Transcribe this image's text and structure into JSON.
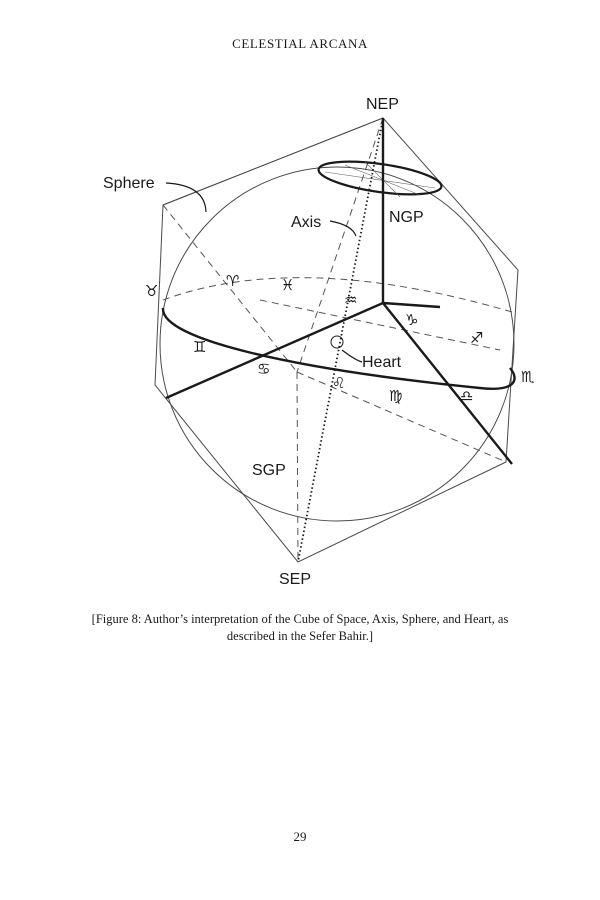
{
  "header": {
    "running_title": "CELESTIAL ARCANA"
  },
  "figure": {
    "labels": {
      "nep": "NEP",
      "ngp": "NGP",
      "sphere": "Sphere",
      "axis": "Axis",
      "heart": "Heart",
      "sgp": "SGP",
      "sep": "SEP"
    },
    "zodiac": {
      "taurus": "♉",
      "aries": "♈",
      "pisces": "♓",
      "aquarius": "♒",
      "capricorn": "♑",
      "sagittarius": "♐",
      "scorpio": "♏",
      "libra": "♎",
      "virgo": "♍",
      "leo": "♌",
      "cancer": "♋",
      "gemini": "♊"
    }
  },
  "caption": "[Figure 8: Author’s interpretation of the Cube of Space, Axis, Sphere, and Heart, as described in the Sefer Bahir.]",
  "footer": {
    "page_number": "29"
  }
}
